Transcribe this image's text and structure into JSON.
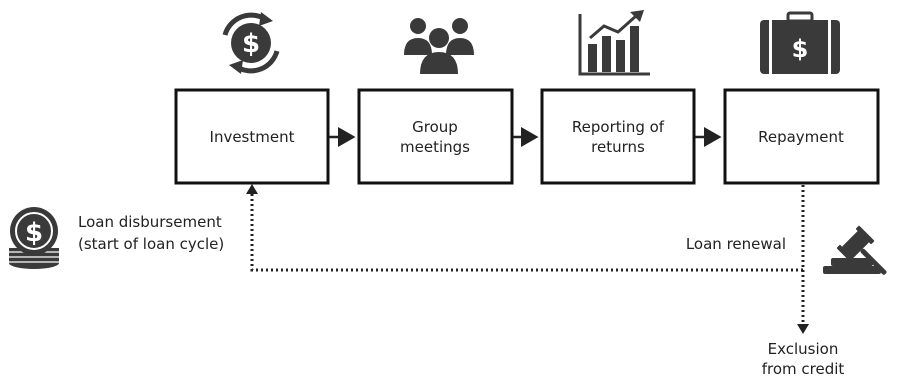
{
  "steps": [
    {
      "label_lines": [
        "Investment"
      ],
      "icon": "dollar-cycle-icon"
    },
    {
      "label_lines": [
        "Group",
        "meetings"
      ],
      "icon": "group-people-icon"
    },
    {
      "label_lines": [
        "Reporting of",
        "returns"
      ],
      "icon": "bar-chart-growth-icon"
    },
    {
      "label_lines": [
        "Repayment"
      ],
      "icon": "money-case-icon"
    }
  ],
  "loan_disbursement": {
    "line1": "Loan disbursement",
    "line2": "(start of loan cycle)",
    "icon": "coin-stack-icon"
  },
  "loan_renewal": "Loan renewal",
  "exclusion": {
    "line1": "Exclusion",
    "line2": "from credit",
    "icon": "gavel-icon"
  },
  "colors": {
    "ink": "#222222",
    "icon": "#3a3a3a"
  }
}
